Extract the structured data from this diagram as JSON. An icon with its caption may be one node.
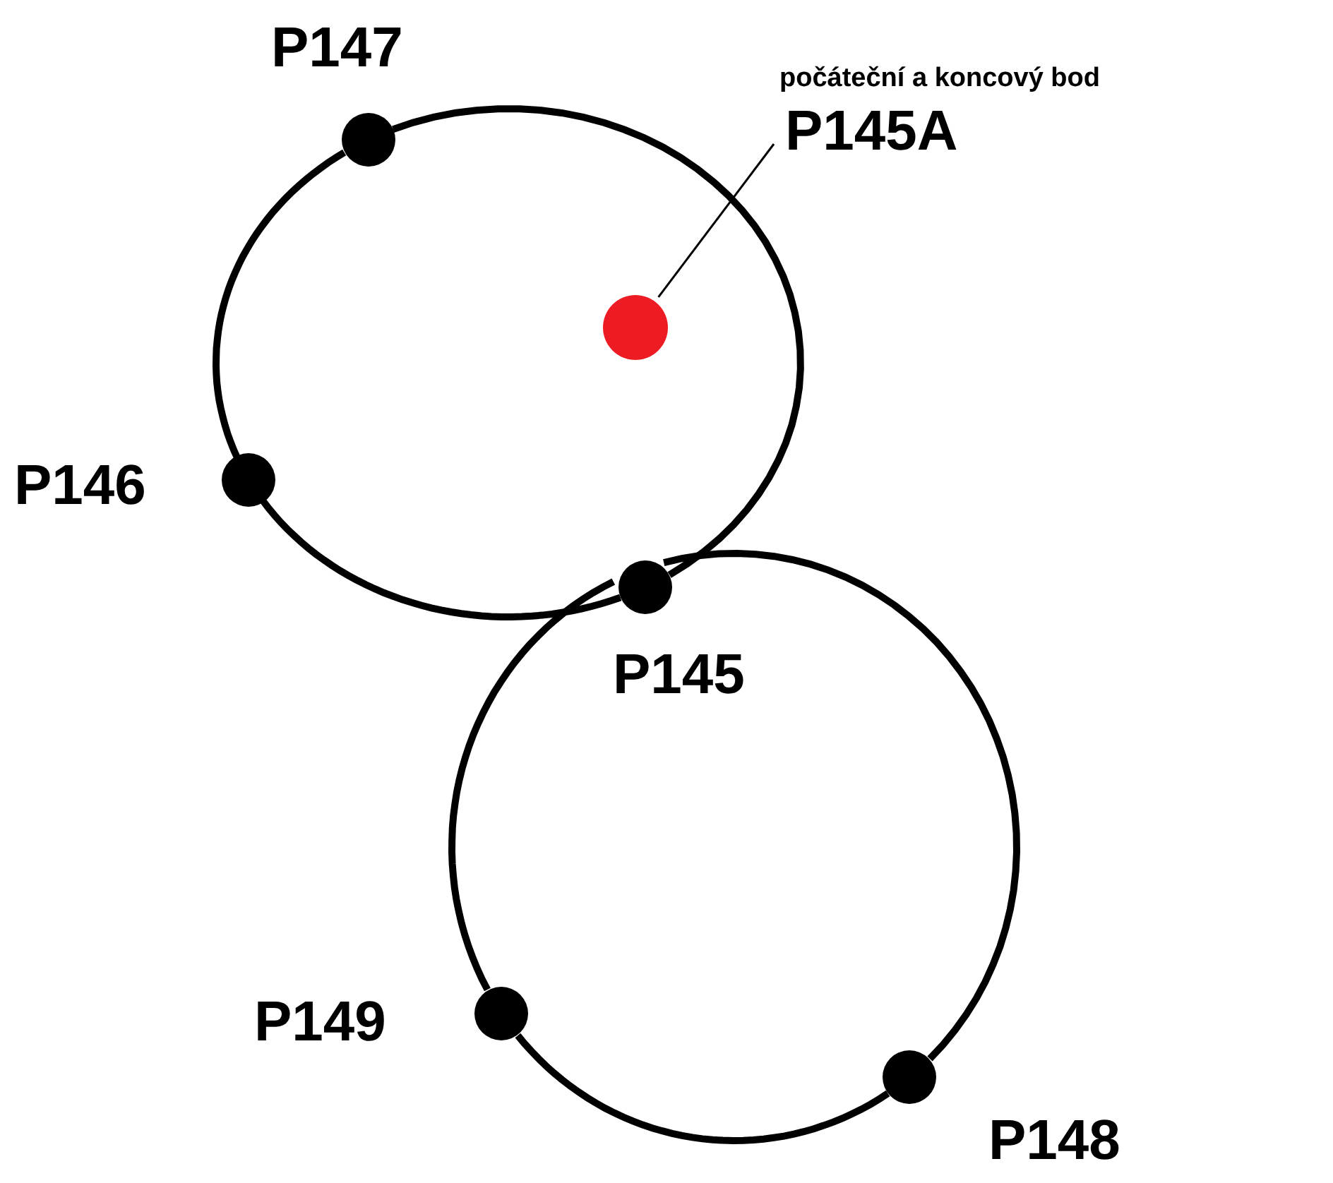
{
  "diagram": {
    "nodes": [
      {
        "text": [],
        "shape": "circle",
        "beside": [
          "P147"
        ]
      },
      {
        "text": [],
        "shape": "circle",
        "beside": [
          "P146"
        ]
      },
      {
        "text": [],
        "shape": "circle",
        "beside": [
          "P145"
        ]
      },
      {
        "text": [],
        "shape": "circle",
        "beside": [
          "P149"
        ]
      },
      {
        "text": [],
        "shape": "circle",
        "beside": [
          "P148"
        ]
      },
      {
        "text": [
          "počáteční a koncový bod",
          "P145A"
        ]
      },
      {
        "text": [],
        "shape": "circle"
      }
    ],
    "edges": [
      {
        "from": 2,
        "to": 1,
        "arrow": "none"
      },
      {
        "from": 1,
        "to": 0,
        "arrow": "none"
      },
      {
        "from": 0,
        "to": 2,
        "arrow": "none"
      },
      {
        "from": 2,
        "to": 3,
        "arrow": "none"
      },
      {
        "from": 3,
        "to": 4,
        "arrow": "none"
      },
      {
        "from": 4,
        "to": 2,
        "arrow": "none"
      },
      {
        "from": 5,
        "to": 6,
        "arrow": "none"
      }
    ]
  }
}
